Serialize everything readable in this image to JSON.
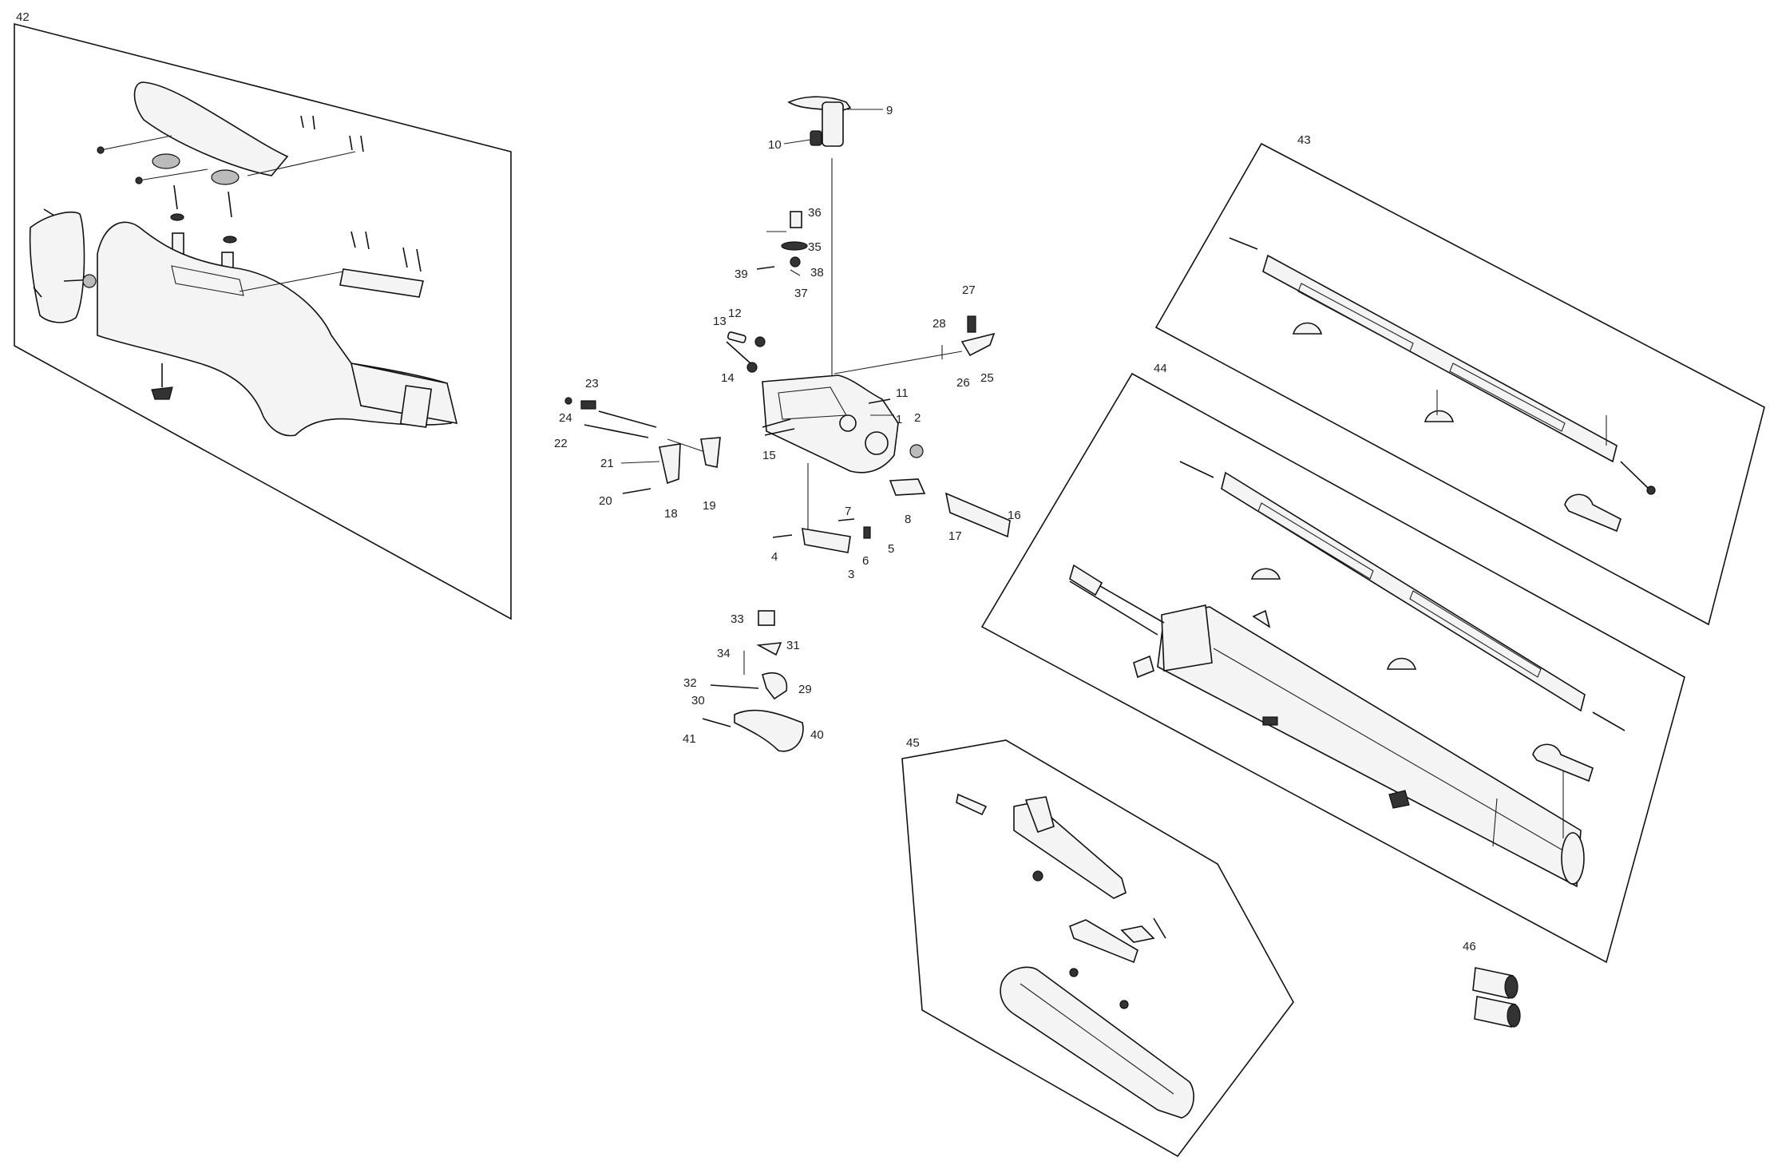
{
  "callouts": {
    "c1": "1",
    "c2": "2",
    "c3": "3",
    "c4": "4",
    "c5": "5",
    "c6": "6",
    "c7": "7",
    "c8": "8",
    "c9": "9",
    "c10": "10",
    "c11": "11",
    "c12": "12",
    "c13": "13",
    "c14": "14",
    "c15": "15",
    "c16": "16",
    "c17": "17",
    "c18": "18",
    "c19": "19",
    "c20": "20",
    "c21": "21",
    "c22": "22",
    "c23": "23",
    "c24": "24",
    "c25": "25",
    "c26": "26",
    "c27": "27",
    "c28": "28",
    "c29": "29",
    "c30": "30",
    "c31": "31",
    "c32": "32",
    "c33": "33",
    "c34": "34",
    "c35": "35",
    "c36": "36",
    "c37": "37",
    "c38": "38",
    "c39": "39",
    "c40": "40",
    "c41": "41"
  },
  "panels": {
    "p42": "42",
    "p43": "43",
    "p44": "44",
    "p45": "45",
    "p46": "46"
  }
}
